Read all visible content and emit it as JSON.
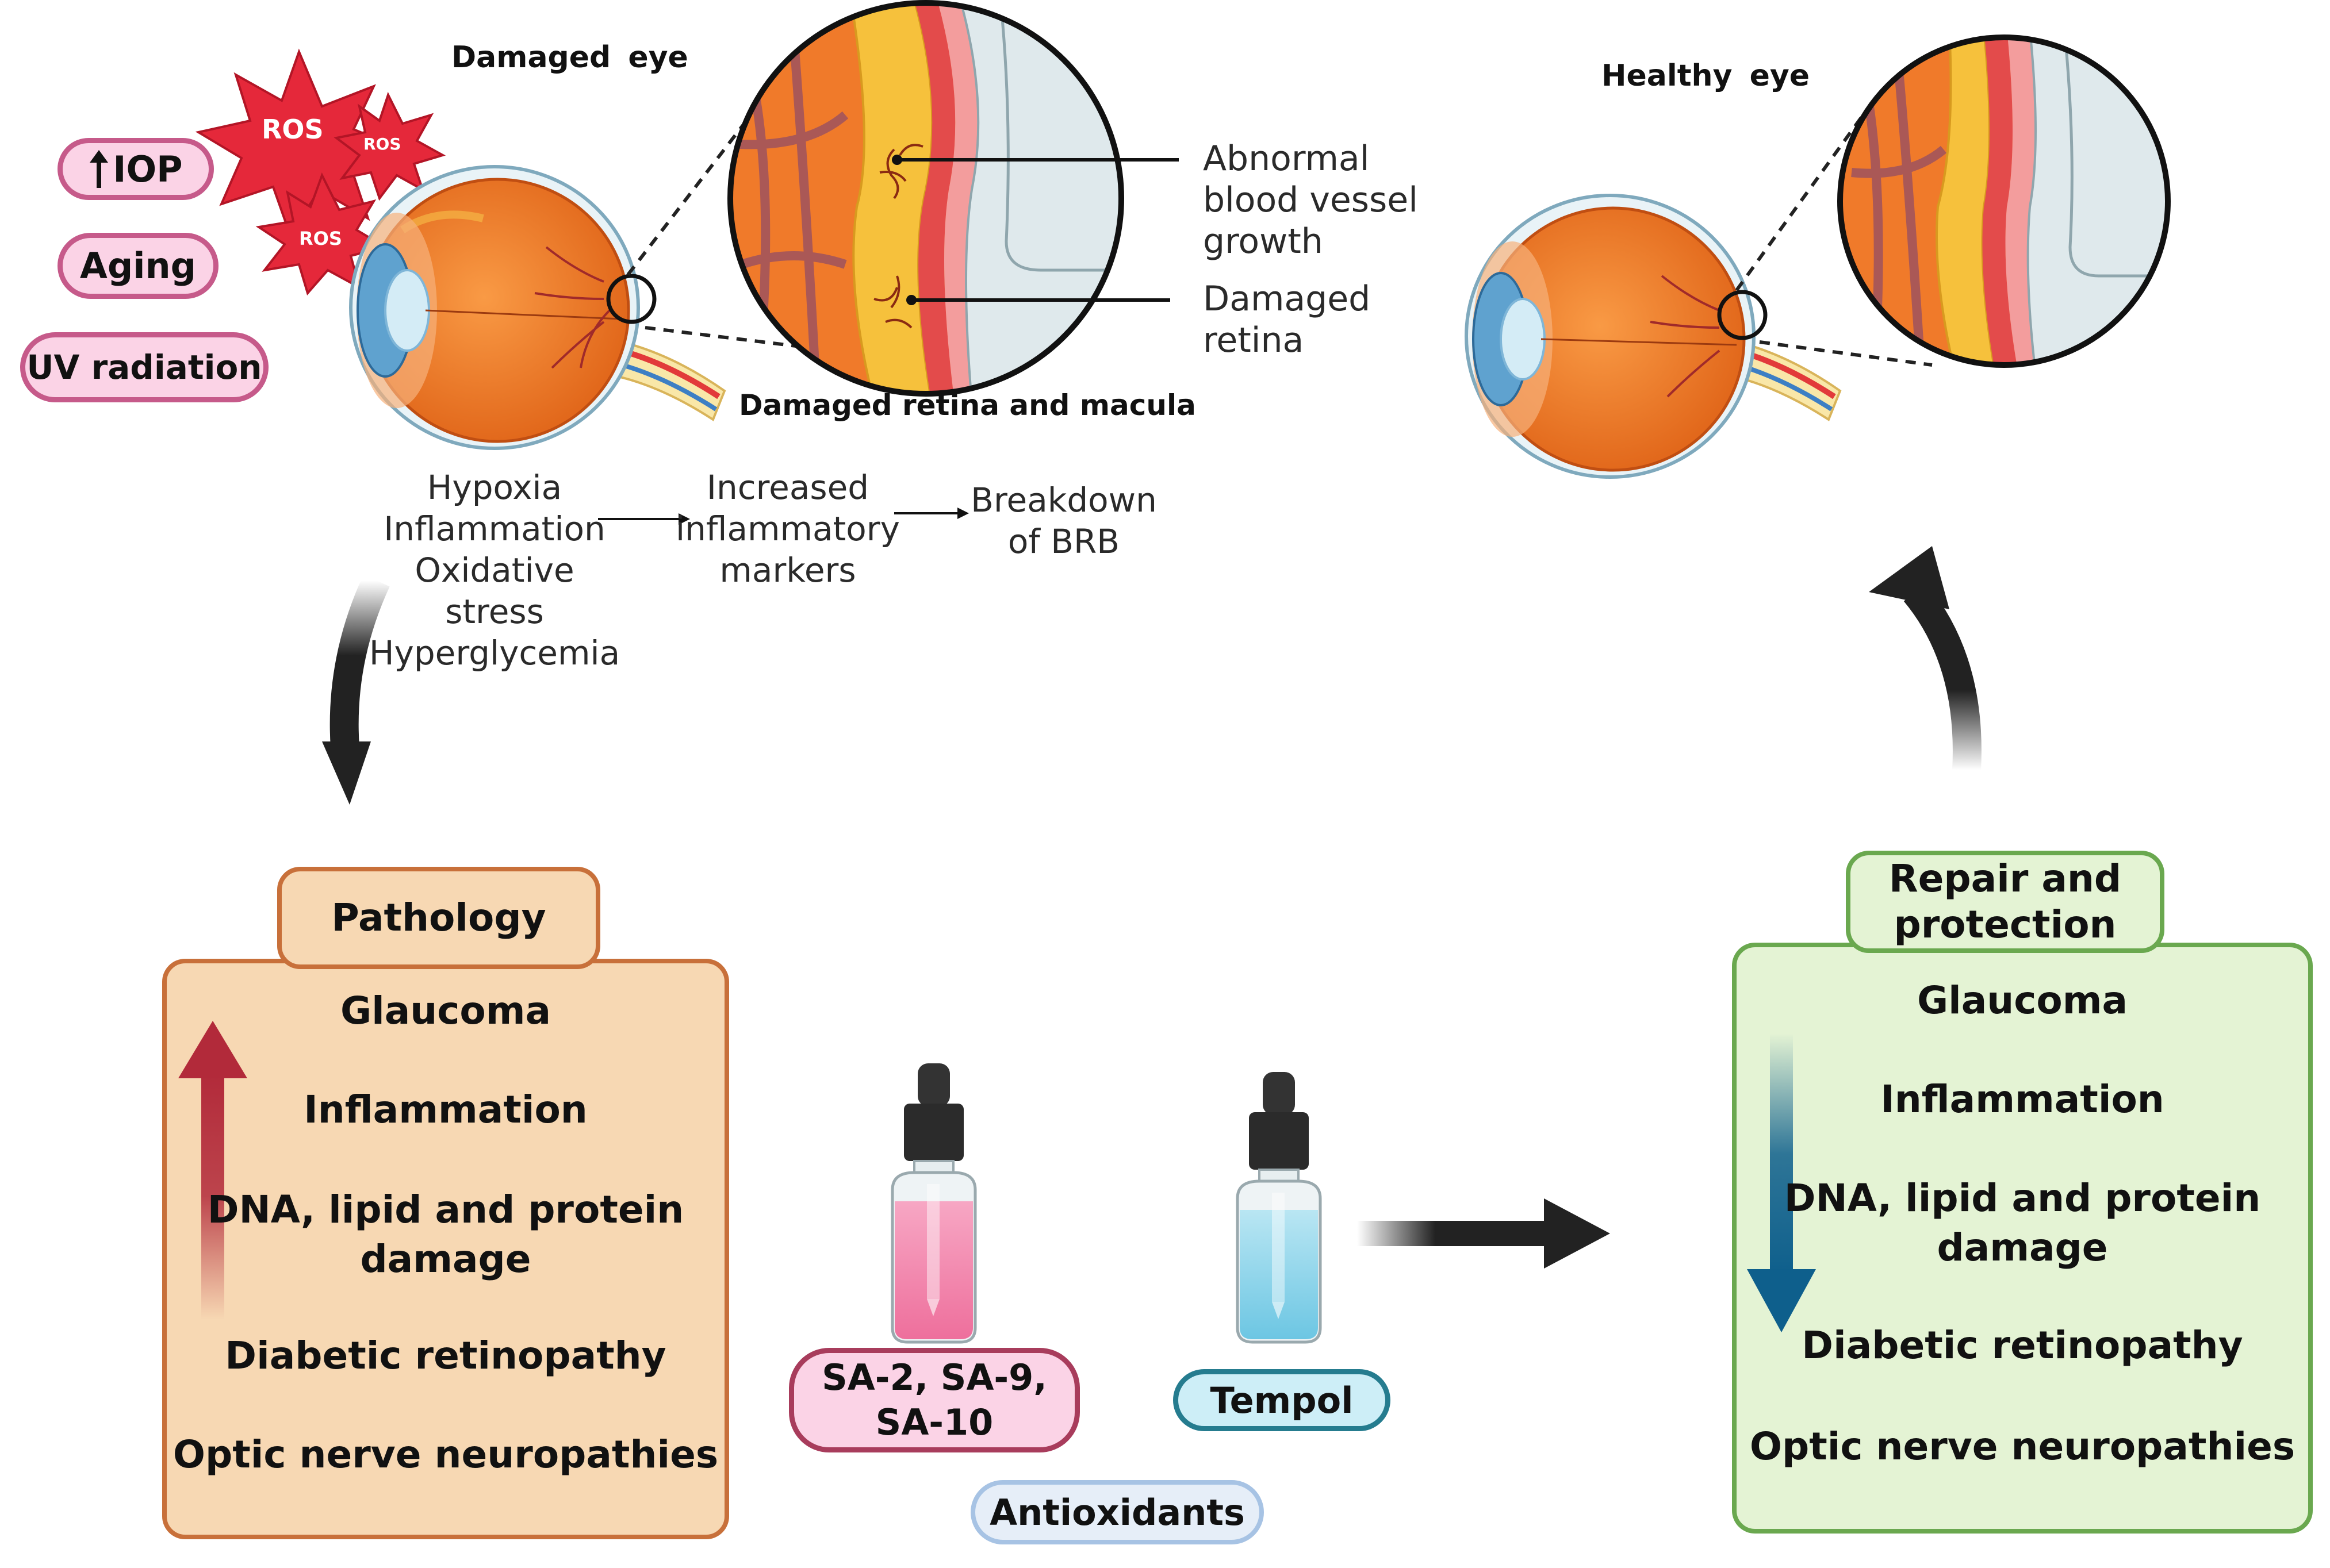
{
  "damaged_eye": {
    "title": "Damaged eye",
    "ros_labels": [
      "ROS",
      "ROS",
      "ROS"
    ],
    "risk_factors": {
      "iop": "IOP",
      "aging": "Aging",
      "uv": "UV radiation"
    },
    "callouts": {
      "vessel": "Abnormal\nblood vessel\ngrowth",
      "retina": "Damaged\nretina"
    },
    "zoom_caption": "Damaged retina and macula"
  },
  "healthy_eye": {
    "title": "Healthy eye"
  },
  "cascade": {
    "causes": "Hypoxia\nInflammation\nOxidative\nstress\nHyperglycemia",
    "markers": "Increased\ninflammatory\nmarkers",
    "outcome": "Breakdown\nof BRB"
  },
  "pathology": {
    "tab": "Pathology",
    "items": [
      "Glaucoma",
      "Inflammation",
      "DNA, lipid and protein\ndamage",
      "Diabetic retinopathy",
      "Optic nerve neuropathies"
    ]
  },
  "repair": {
    "tab": "Repair and\nprotection",
    "items": [
      "Glaucoma",
      "Inflammation",
      "DNA, lipid and protein\ndamage",
      "Diabetic retinopathy",
      "Optic nerve neuropathies"
    ]
  },
  "antioxidants": {
    "sa_label": "SA-2, SA-9,\nSA-10",
    "tempol_label": "Tempol",
    "group_label": "Antioxidants"
  },
  "colors": {
    "eye_orange": "#f07a2a",
    "ros_red": "#e5283a",
    "pathology_fill": "#f7d8b3",
    "pathology_border": "#c8703a",
    "repair_fill": "#e4f3d4",
    "repair_border": "#6aa84f",
    "up_arrow": "#b22a3a",
    "down_arrow": "#0e5f8c"
  }
}
